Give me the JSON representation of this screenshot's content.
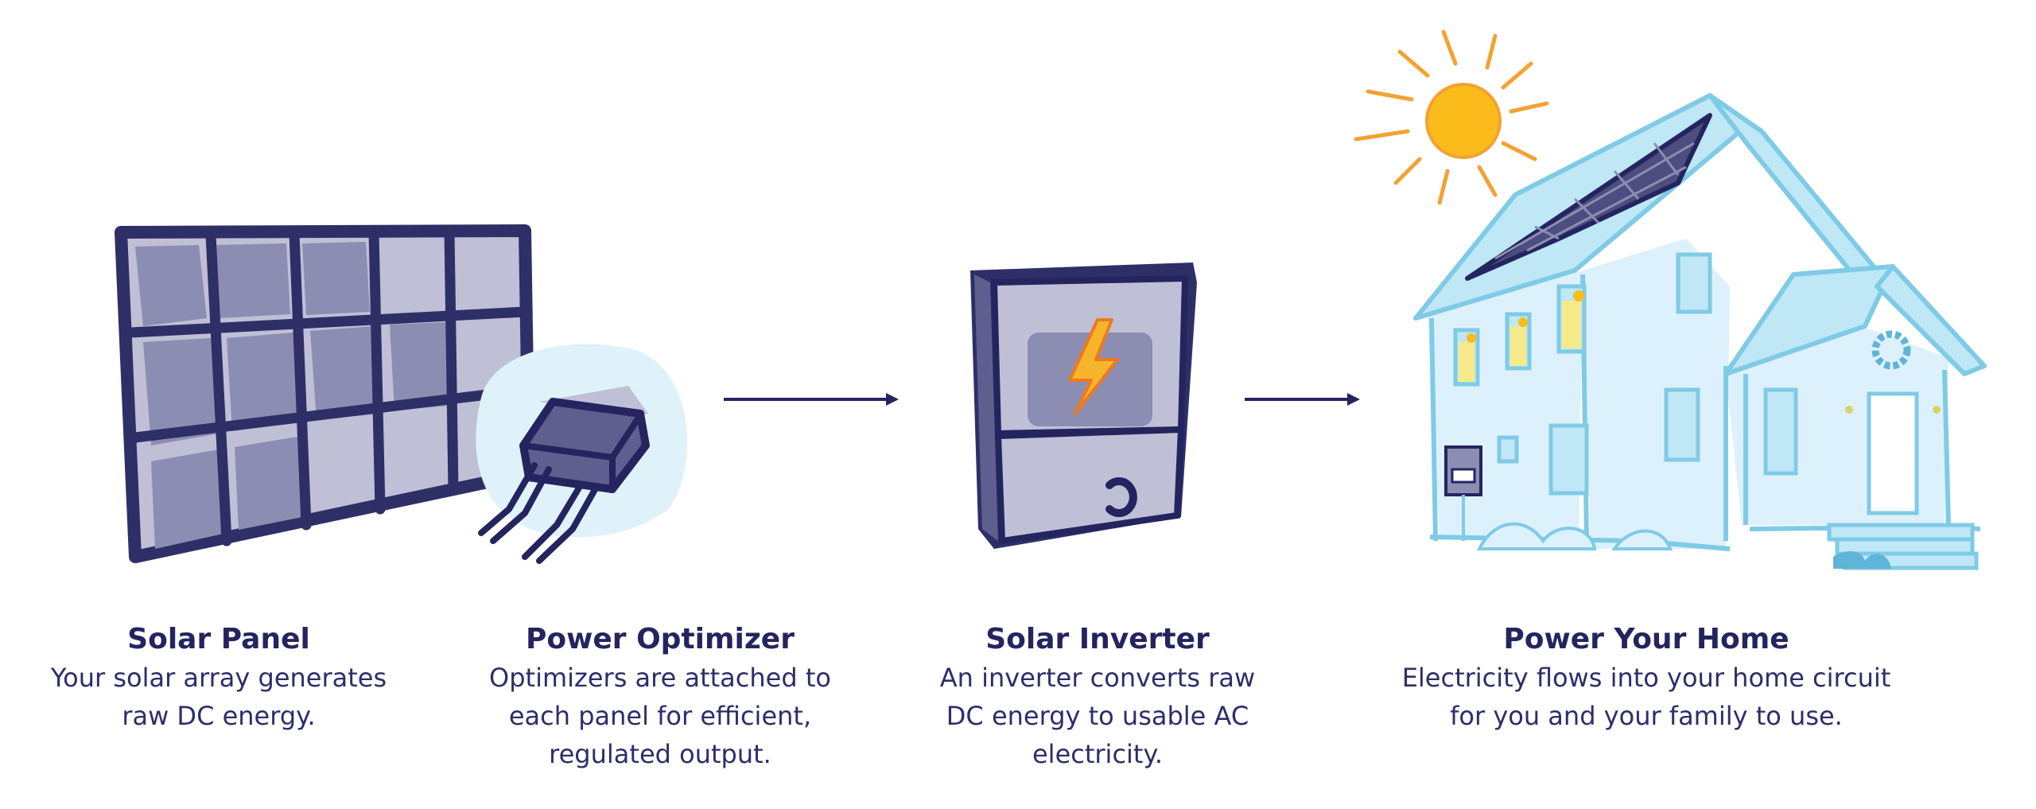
{
  "steps": [
    {
      "title": "Solar Panel",
      "desc": [
        "Your solar array generates",
        "raw DC energy."
      ]
    },
    {
      "title": "Power Optimizer",
      "desc": [
        "Optimizers are attached to",
        "each panel for efficient,",
        "regulated output."
      ]
    },
    {
      "title": "Solar Inverter",
      "desc": [
        "An inverter converts raw",
        "DC energy to usable AC",
        "electricity."
      ]
    },
    {
      "title": "Power Your Home",
      "desc": [
        "Electricity flows into your home circuit",
        "for you and your family to use."
      ]
    }
  ],
  "icons": [
    "solar-panel-icon",
    "power-optimizer-icon",
    "solar-inverter-icon",
    "house-icon",
    "sun-icon",
    "arrow-icon"
  ],
  "colors": {
    "navy": "#2f2f68",
    "panel_cell": "#8c8db2",
    "light_blue": "#dcf1fb",
    "house_outline": "#7fcbe6",
    "sun": "#fbbb1b",
    "sun_rays": "#f2a233",
    "bolt": "#f7b52b"
  }
}
